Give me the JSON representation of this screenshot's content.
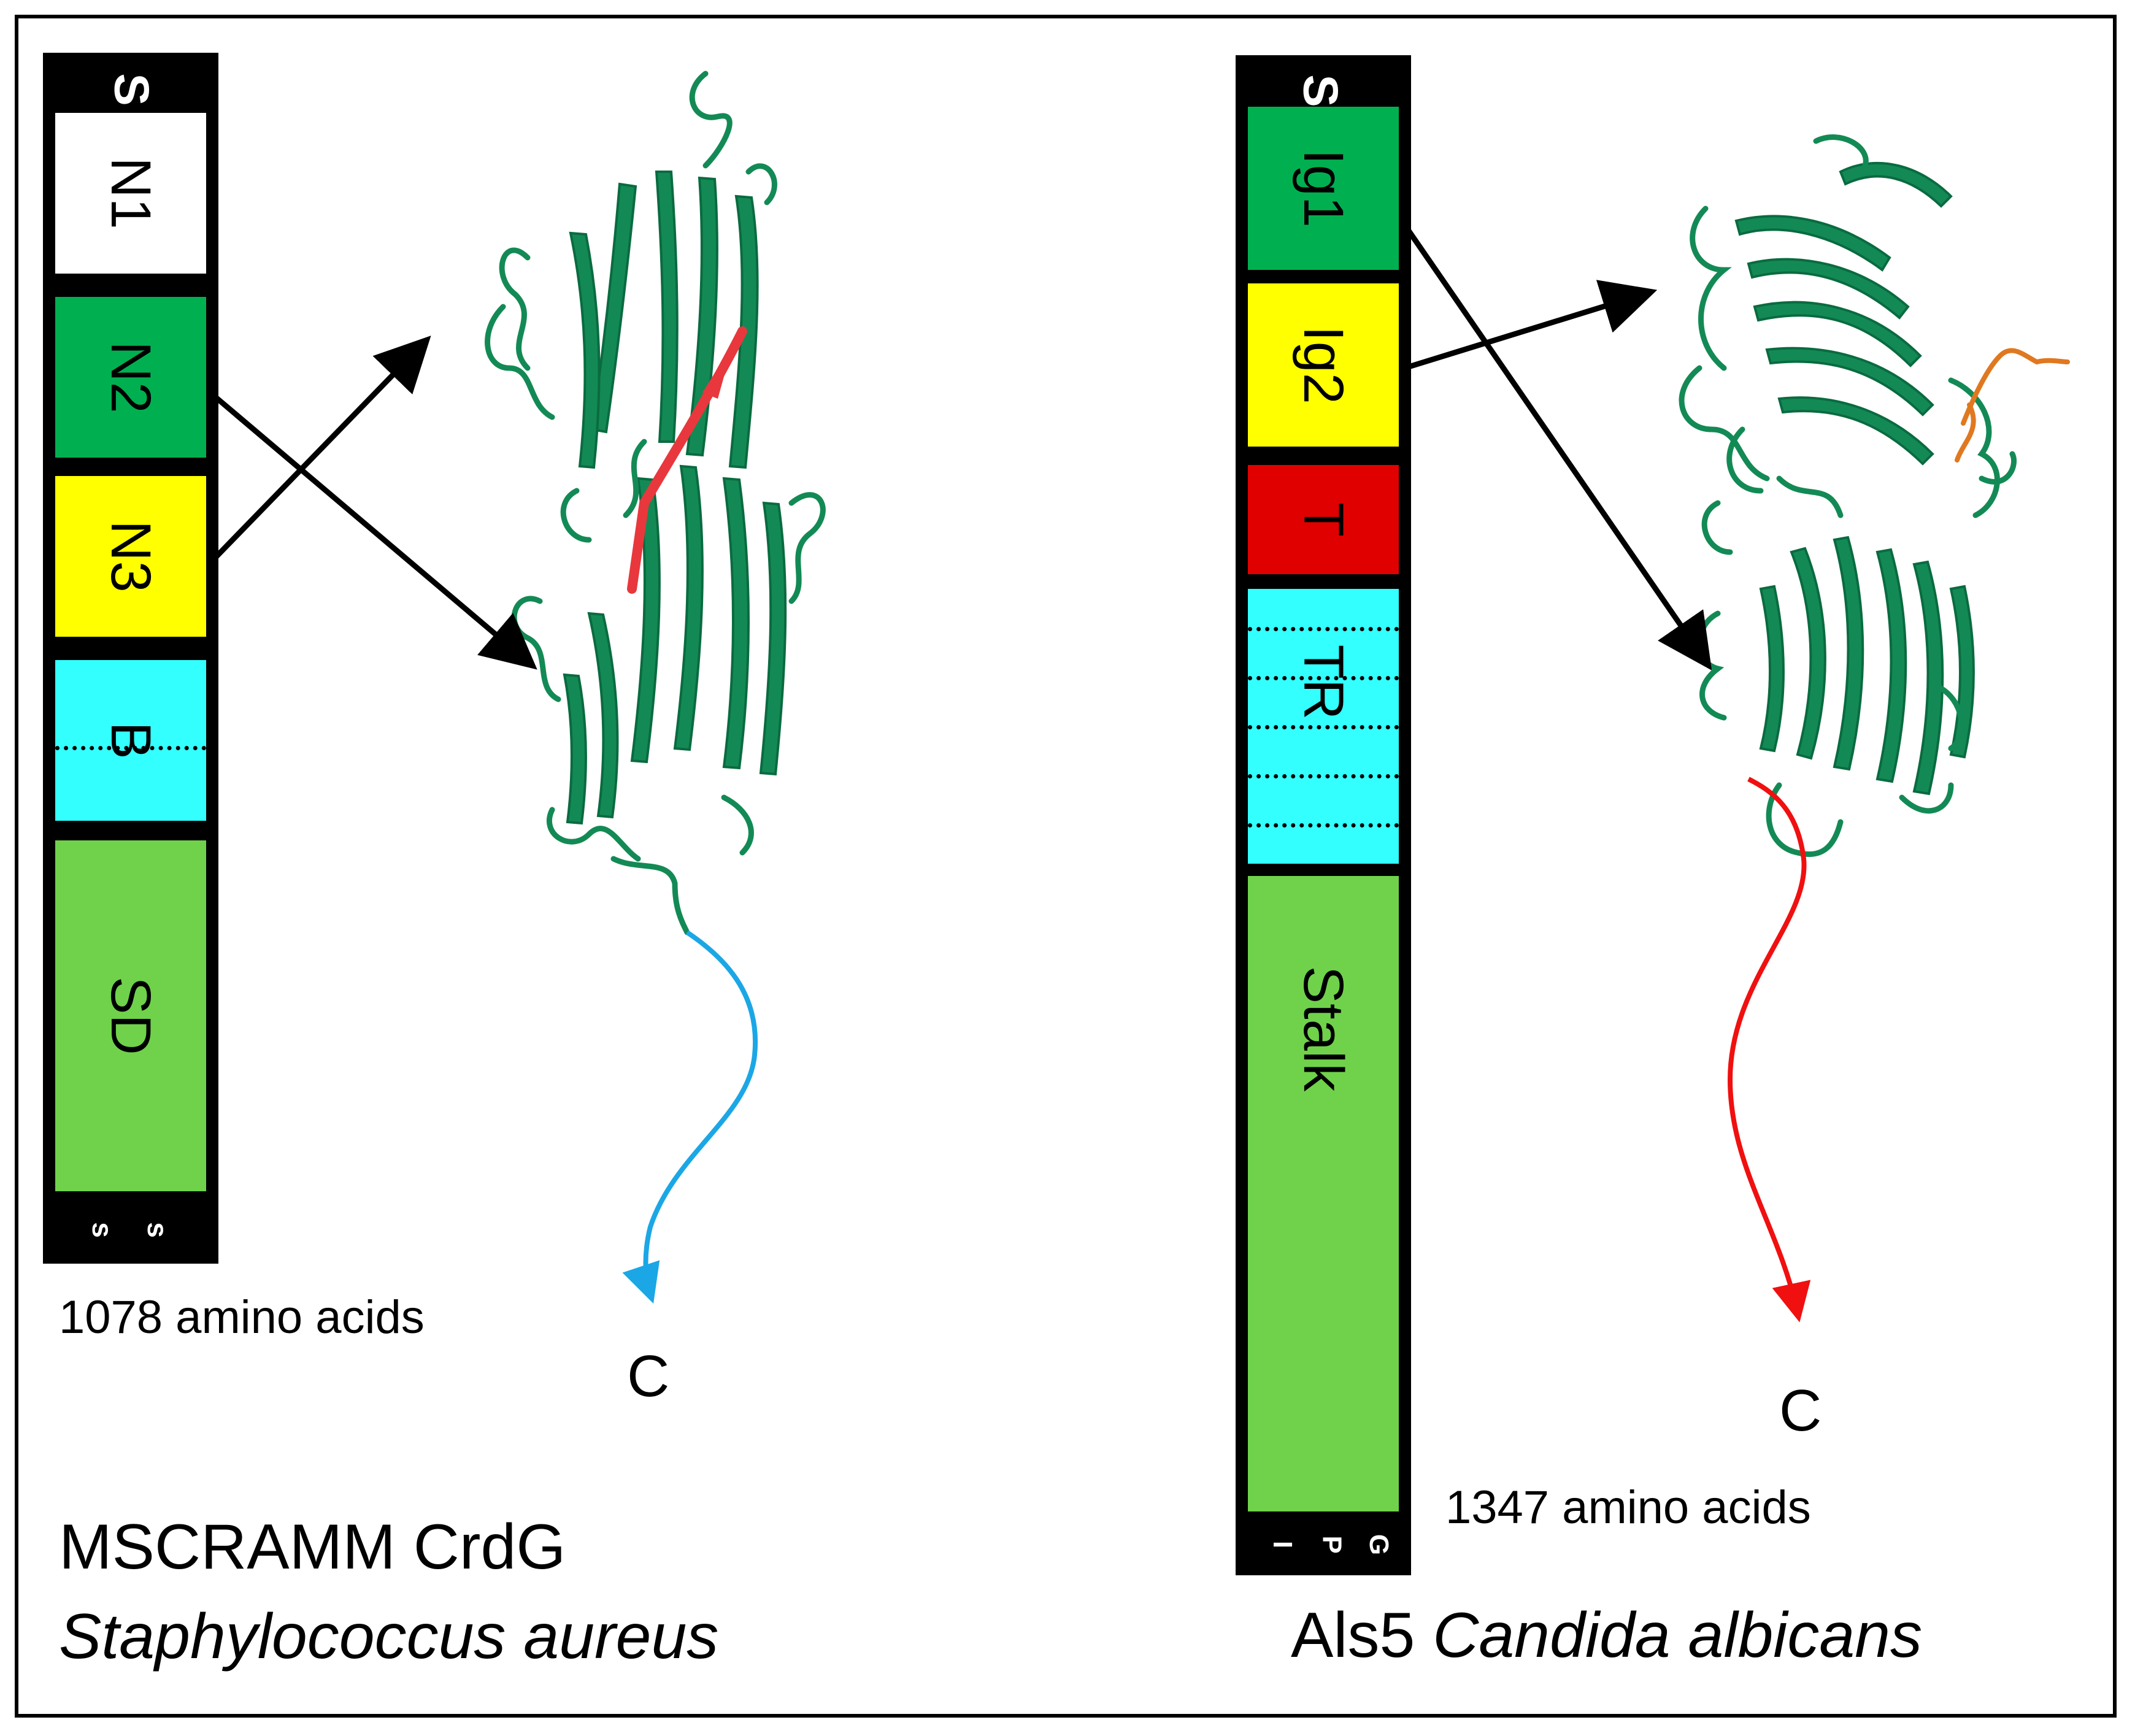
{
  "left": {
    "cap_top": "S",
    "cap_bottom": [
      "s",
      "s"
    ],
    "segments": [
      {
        "label": "N1",
        "color": "#ffffff"
      },
      {
        "label": "N2",
        "color": "#00b050"
      },
      {
        "label": "N3",
        "color": "#ffff00"
      },
      {
        "label": "B",
        "color": "#33ffff"
      },
      {
        "label": "SD",
        "color": "#6fd24a"
      }
    ],
    "length_text": "1078 amino acids",
    "terminus": "C",
    "protein_name": "MSCRAMM CrdG",
    "organism": "Staphylococcus aureus",
    "peptide_color": "#e8383d",
    "tail_color": "#1ba7e6"
  },
  "right": {
    "cap_top": "S",
    "cap_bottom": [
      "G",
      "P",
      "I"
    ],
    "segments": [
      {
        "label": "Ig1",
        "color": "#00b050"
      },
      {
        "label": "Ig2",
        "color": "#ffff00"
      },
      {
        "label": "T",
        "color": "#e00000"
      },
      {
        "label": "TR",
        "color": "#33ffff"
      },
      {
        "label": "Stalk",
        "color": "#6fd24a"
      }
    ],
    "length_text": "1347 amino acids",
    "terminus": "C",
    "protein_name": "Als5",
    "organism": "Candida albicans",
    "peptide_color": "#e07820",
    "tail_color": "#f01010"
  },
  "colors": {
    "ribbon": "#138a55",
    "ribbon_dark": "#0a6b40",
    "bar": "#000000"
  }
}
